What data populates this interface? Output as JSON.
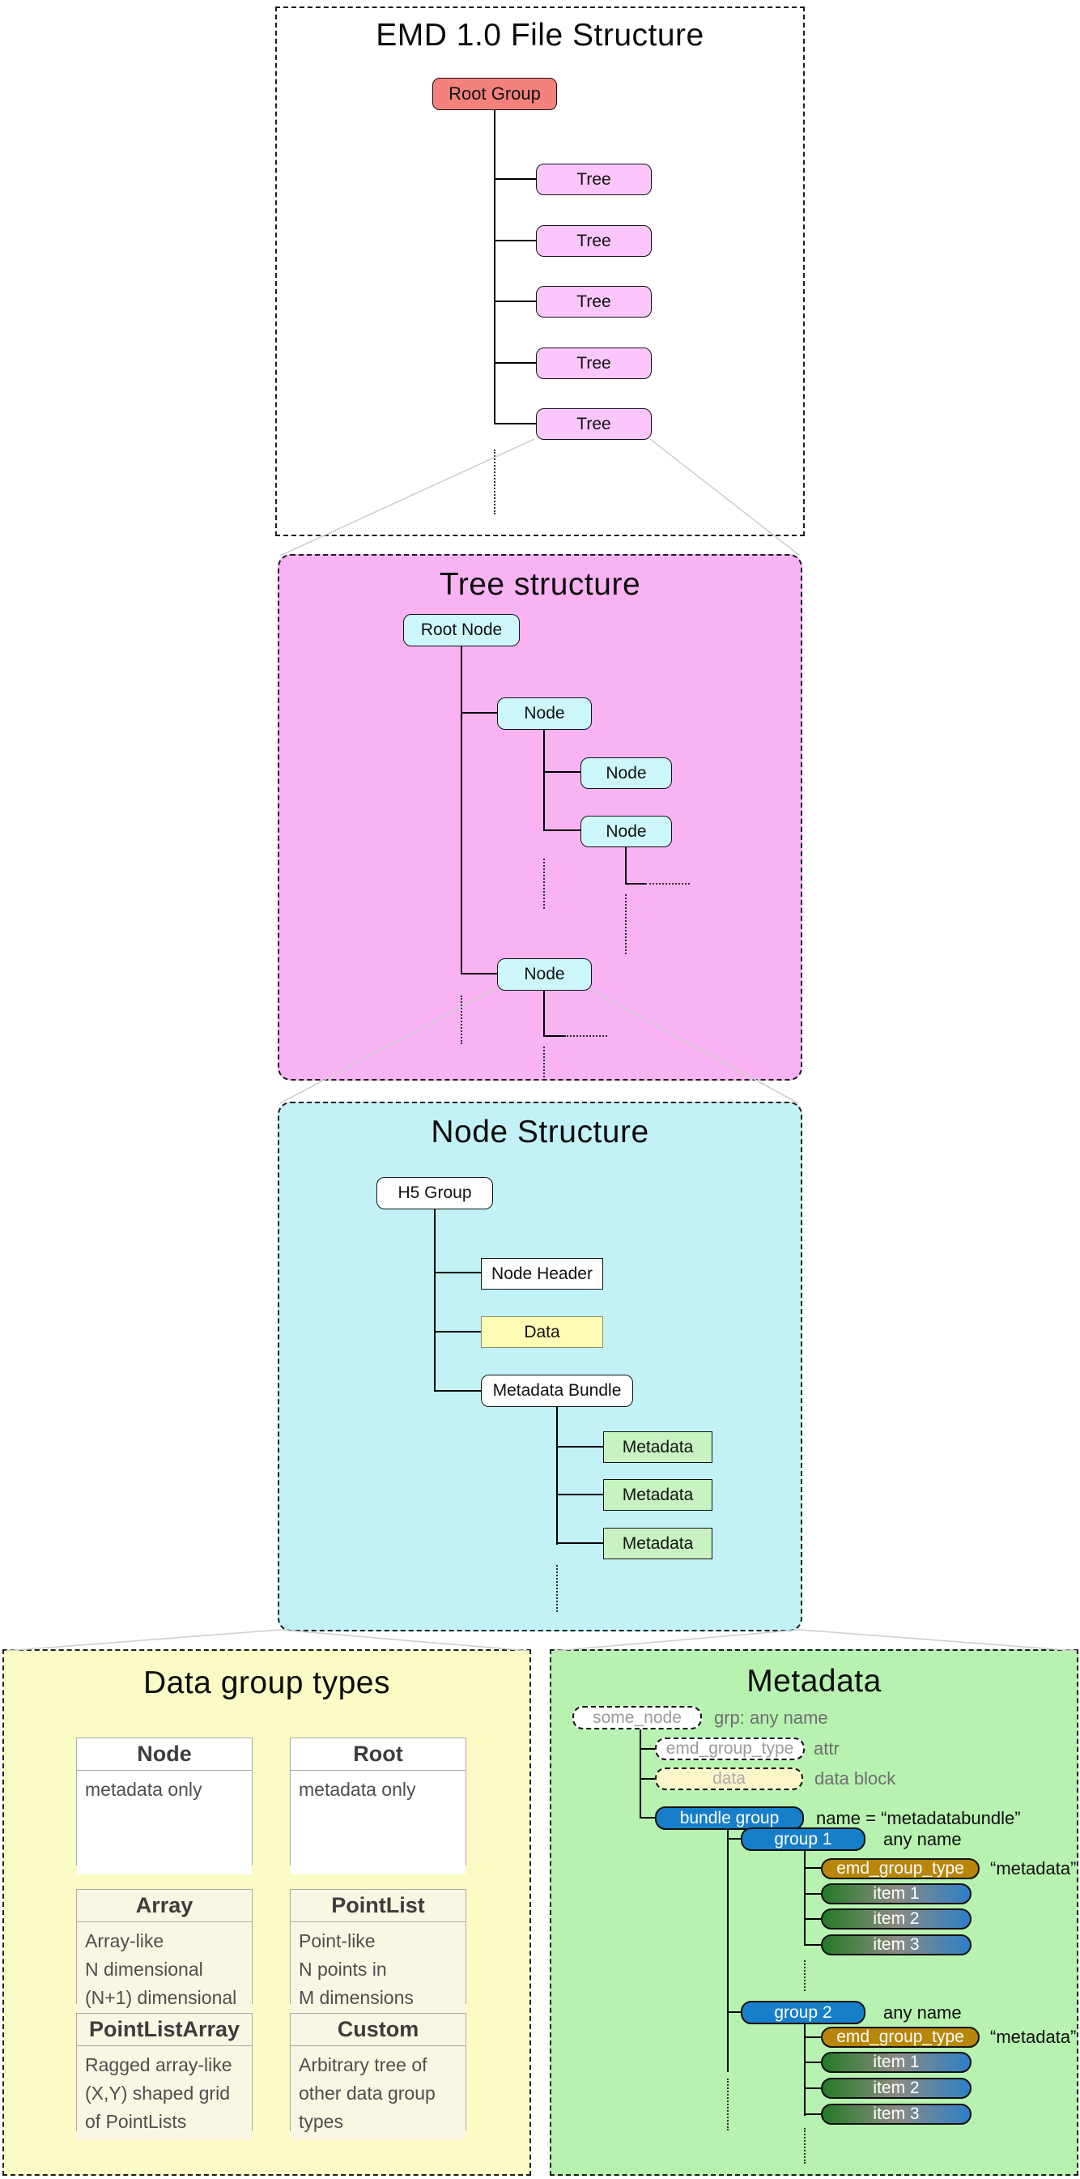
{
  "panel_file_structure": {
    "title": "EMD 1.0 File Structure",
    "root_label": "Root Group",
    "tree_labels": [
      "Tree",
      "Tree",
      "Tree",
      "Tree",
      "Tree"
    ]
  },
  "panel_tree_structure": {
    "title": "Tree structure",
    "root_label": "Root Node",
    "node_labels": [
      "Node",
      "Node",
      "Node",
      "Node"
    ]
  },
  "panel_node_structure": {
    "title": "Node Structure",
    "h5_group_label": "H5 Group",
    "node_header_label": "Node Header",
    "data_label": "Data",
    "metadata_bundle_label": "Metadata Bundle",
    "metadata_labels": [
      "Metadata",
      "Metadata",
      "Metadata"
    ]
  },
  "panel_data_group_types": {
    "title": "Data group types",
    "cards": [
      {
        "name": "Node",
        "lines": [
          "metadata only"
        ]
      },
      {
        "name": "Root",
        "lines": [
          "metadata only"
        ]
      },
      {
        "name": "Array",
        "lines": [
          "Array-like",
          "N dimensional",
          "(N+1) dimensional"
        ]
      },
      {
        "name": "PointList",
        "lines": [
          "Point-like",
          "N points in",
          "M dimensions"
        ]
      },
      {
        "name": "PointListArray",
        "lines": [
          "Ragged array-like",
          "(X,Y) shaped grid",
          "of PointLists"
        ]
      },
      {
        "name": "Custom",
        "lines": [
          "Arbitrary tree of",
          "other data group",
          "types"
        ]
      }
    ]
  },
  "panel_metadata": {
    "title": "Metadata",
    "some_node": {
      "label": "some_node",
      "annotation": "grp: any name"
    },
    "emd_group_type": {
      "label": "emd_group_type",
      "annotation": "attr"
    },
    "data": {
      "label": "data",
      "annotation": "data block"
    },
    "bundle_group": {
      "label": "bundle group",
      "annotation": "name = “metadatabundle”"
    },
    "groups": [
      {
        "label": "group 1",
        "annotation": "any name",
        "type_label": "emd_group_type",
        "type_annotation": "“metadata”",
        "items": [
          "item 1",
          "item 2",
          "item 3"
        ]
      },
      {
        "label": "group 2",
        "annotation": "any name",
        "type_label": "emd_group_type",
        "type_annotation": "“metadata”",
        "items": [
          "item 1",
          "item 2",
          "item 3"
        ]
      }
    ]
  },
  "colors": {
    "root_group_fill": "#f4827c",
    "tree_fill": "#fbc6fb",
    "tree_panel_bg": "#f9b3f3",
    "node_fill": "#cdf7fa",
    "node_panel_bg": "#c2f2f5",
    "data_fill": "#fcfcb4",
    "metadata_fill": "#c9f2c3",
    "data_group_panel_bg": "#fbfbc5",
    "metadata_panel_bg": "#b7f2b1",
    "bundle_blue": "#177fc9",
    "emd_group_type_gold": "#b8860b",
    "item_gradient_left": "#237a26",
    "item_gradient_right": "#2e7fc8",
    "zoom_guide_line": "#cfcfcf"
  }
}
